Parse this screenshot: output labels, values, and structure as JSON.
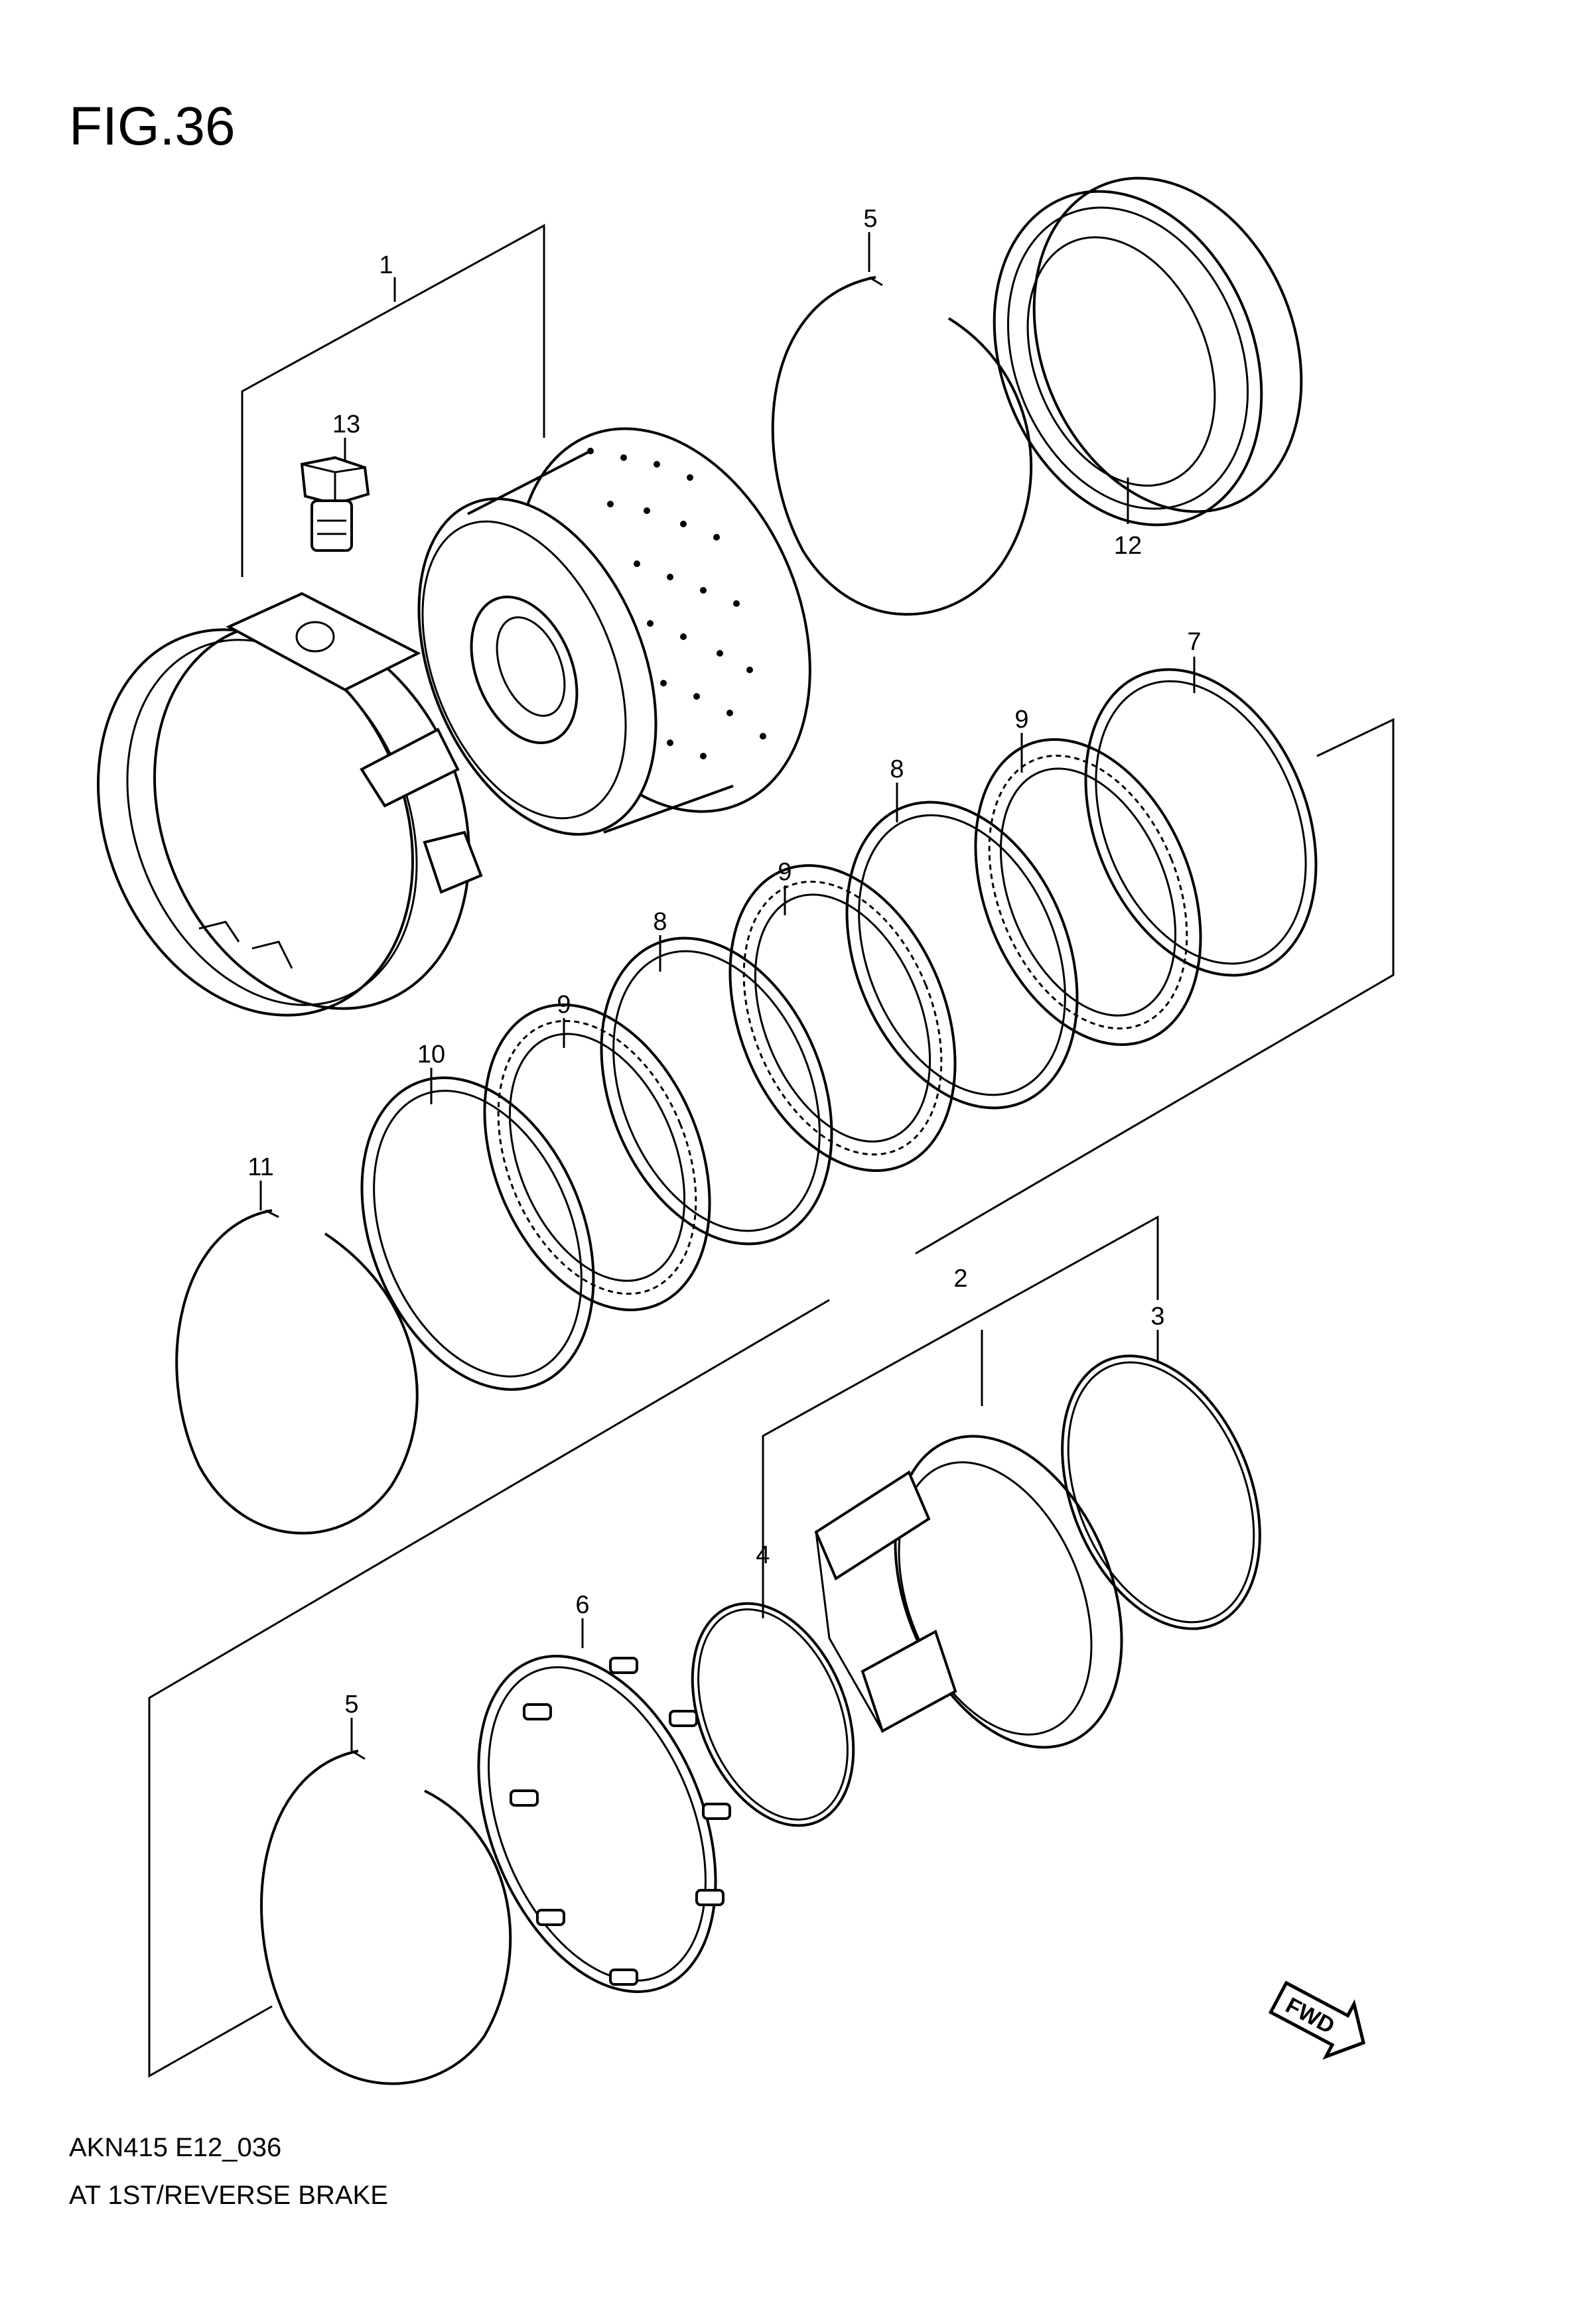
{
  "figure": {
    "title": "FIG.36",
    "code": "AKN415 E12_036",
    "name": "AT 1ST/REVERSE BRAKE"
  },
  "callouts": [
    {
      "id": "c1",
      "text": "1"
    },
    {
      "id": "c13",
      "text": "13"
    },
    {
      "id": "c5a",
      "text": "5"
    },
    {
      "id": "c12",
      "text": "12"
    },
    {
      "id": "c7",
      "text": "7"
    },
    {
      "id": "c9a",
      "text": "9"
    },
    {
      "id": "c8a",
      "text": "8"
    },
    {
      "id": "c9b",
      "text": "9"
    },
    {
      "id": "c8b",
      "text": "8"
    },
    {
      "id": "c9c",
      "text": "9"
    },
    {
      "id": "c10",
      "text": "10"
    },
    {
      "id": "c11",
      "text": "11"
    },
    {
      "id": "c2",
      "text": "2"
    },
    {
      "id": "c3",
      "text": "3"
    },
    {
      "id": "c4",
      "text": "4"
    },
    {
      "id": "c6",
      "text": "6"
    },
    {
      "id": "c5b",
      "text": "5"
    }
  ],
  "fwd_label": "FWD"
}
